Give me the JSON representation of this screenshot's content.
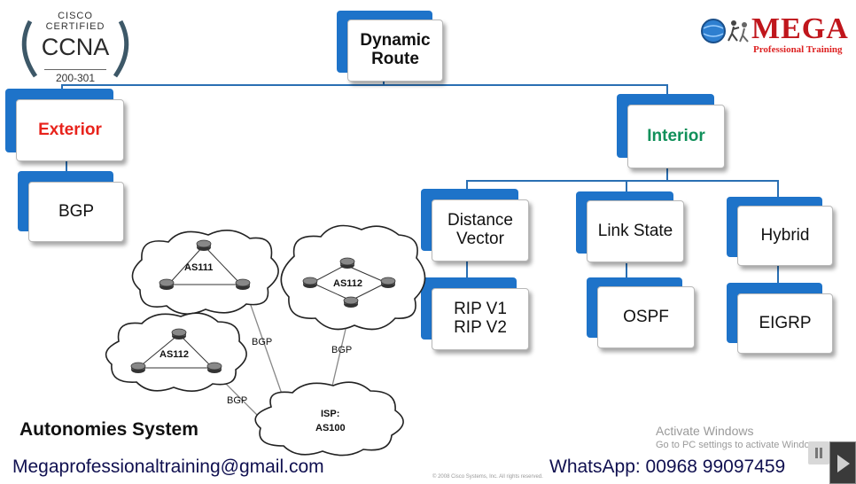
{
  "ccna_badge": {
    "line1": "CISCO",
    "line2": "CERTIFIED",
    "line3": "CCNA",
    "line4": "200-301"
  },
  "logo": {
    "word": "MEGA",
    "tagline": "Professional Training"
  },
  "tree": {
    "root": "Dynamic\nRoute",
    "exterior": "Exterior",
    "bgp": "BGP",
    "interior": "Interior",
    "distance_vector": "Distance\nVector",
    "rip": "RIP V1\nRIP V2",
    "link_state": "Link State",
    "ospf": "OSPF",
    "hybrid": "Hybrid",
    "eigrp": "EIGRP"
  },
  "colors": {
    "exterior": "#e8231c",
    "interior": "#10905a",
    "box_back": "#1e73c9"
  },
  "network": {
    "as_top_left": "AS111",
    "as_top_right": "AS112",
    "as_middle_left": "AS112",
    "isp_line1": "ISP:",
    "isp_line2": "AS100",
    "link_label_1": "BGP",
    "link_label_2": "BGP",
    "link_label_3": "BGP"
  },
  "caption": "Autonomies System",
  "footer": {
    "email": "Megaprofessionaltraining@gmail.com",
    "whatsapp": "WhatsApp: 00968 99097459",
    "copyright": "© 2008 Cisco Systems, Inc. All rights reserved."
  },
  "activate": {
    "title": "Activate Windows",
    "subtitle": "Go to PC settings to activate Windows."
  }
}
